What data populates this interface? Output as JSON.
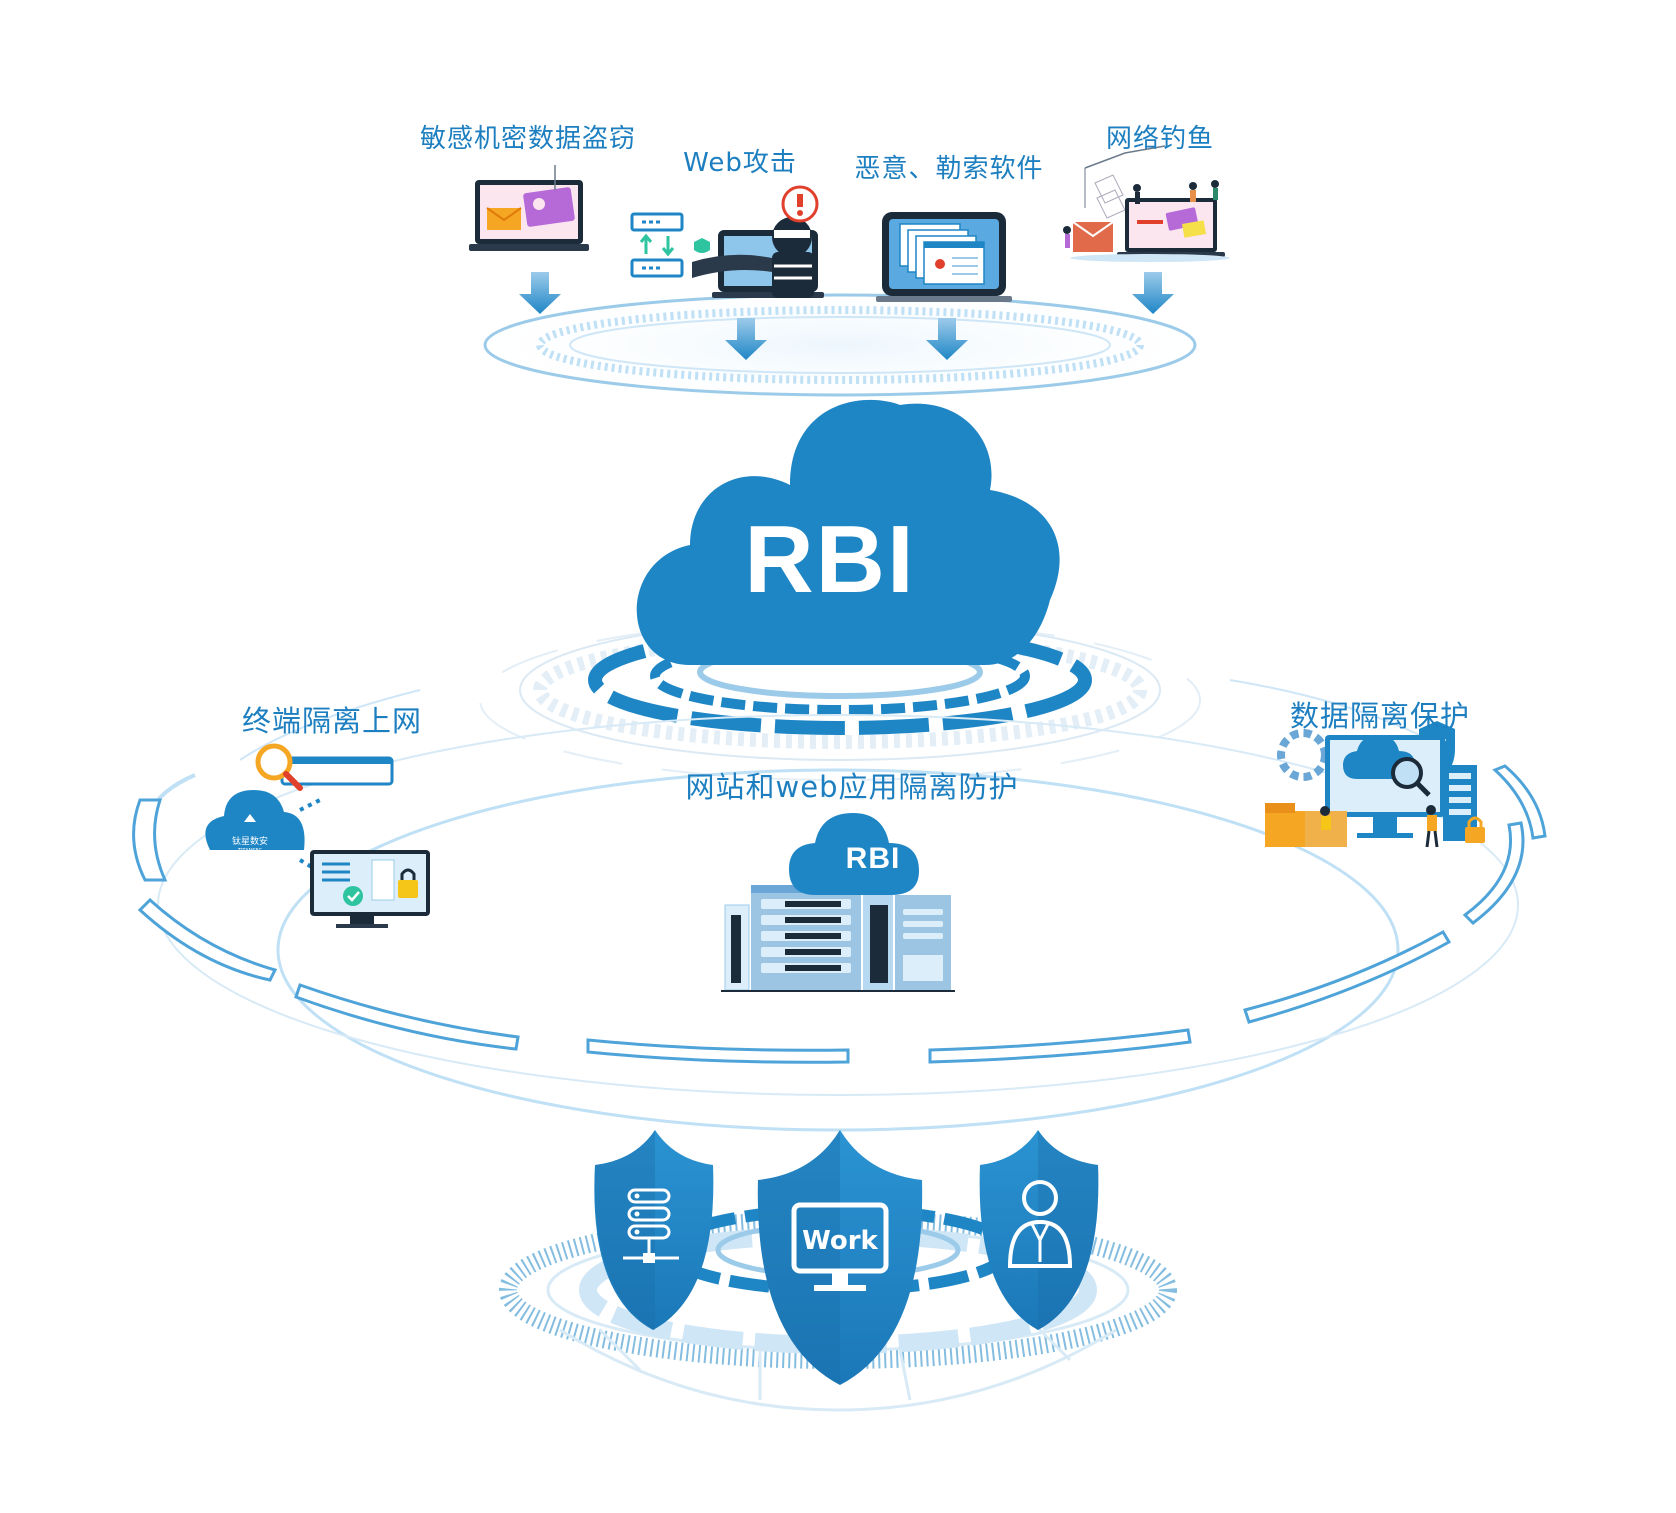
{
  "threats": [
    {
      "label": "敏感机密数据盗窃",
      "icon": "laptop-data-theft-icon"
    },
    {
      "label": "Web攻击",
      "icon": "hacker-laptop-icon"
    },
    {
      "label": "恶意、勒索软件",
      "icon": "malware-windows-icon"
    },
    {
      "label": "网络钓鱼",
      "icon": "phishing-laptop-icon"
    }
  ],
  "core": {
    "label": "RBI"
  },
  "solutions": [
    {
      "label": "终端隔离上网",
      "icon": "endpoint-isolation-icon",
      "logo_text": "钛星数安",
      "logo_subtext": "TITANSEC"
    },
    {
      "label": "网站和web应用隔离防护",
      "icon": "rbi-server-icon",
      "badge": "RBI"
    },
    {
      "label": "数据隔离保护",
      "icon": "data-protection-icon"
    }
  ],
  "shields": [
    {
      "icon": "server-shield-icon"
    },
    {
      "icon": "work-shield-icon",
      "label": "Work"
    },
    {
      "icon": "user-shield-icon"
    }
  ],
  "colors": {
    "primary": "#1f86c6",
    "dark": "#155f96",
    "light": "#dceefa",
    "accent": "#f5a623"
  }
}
